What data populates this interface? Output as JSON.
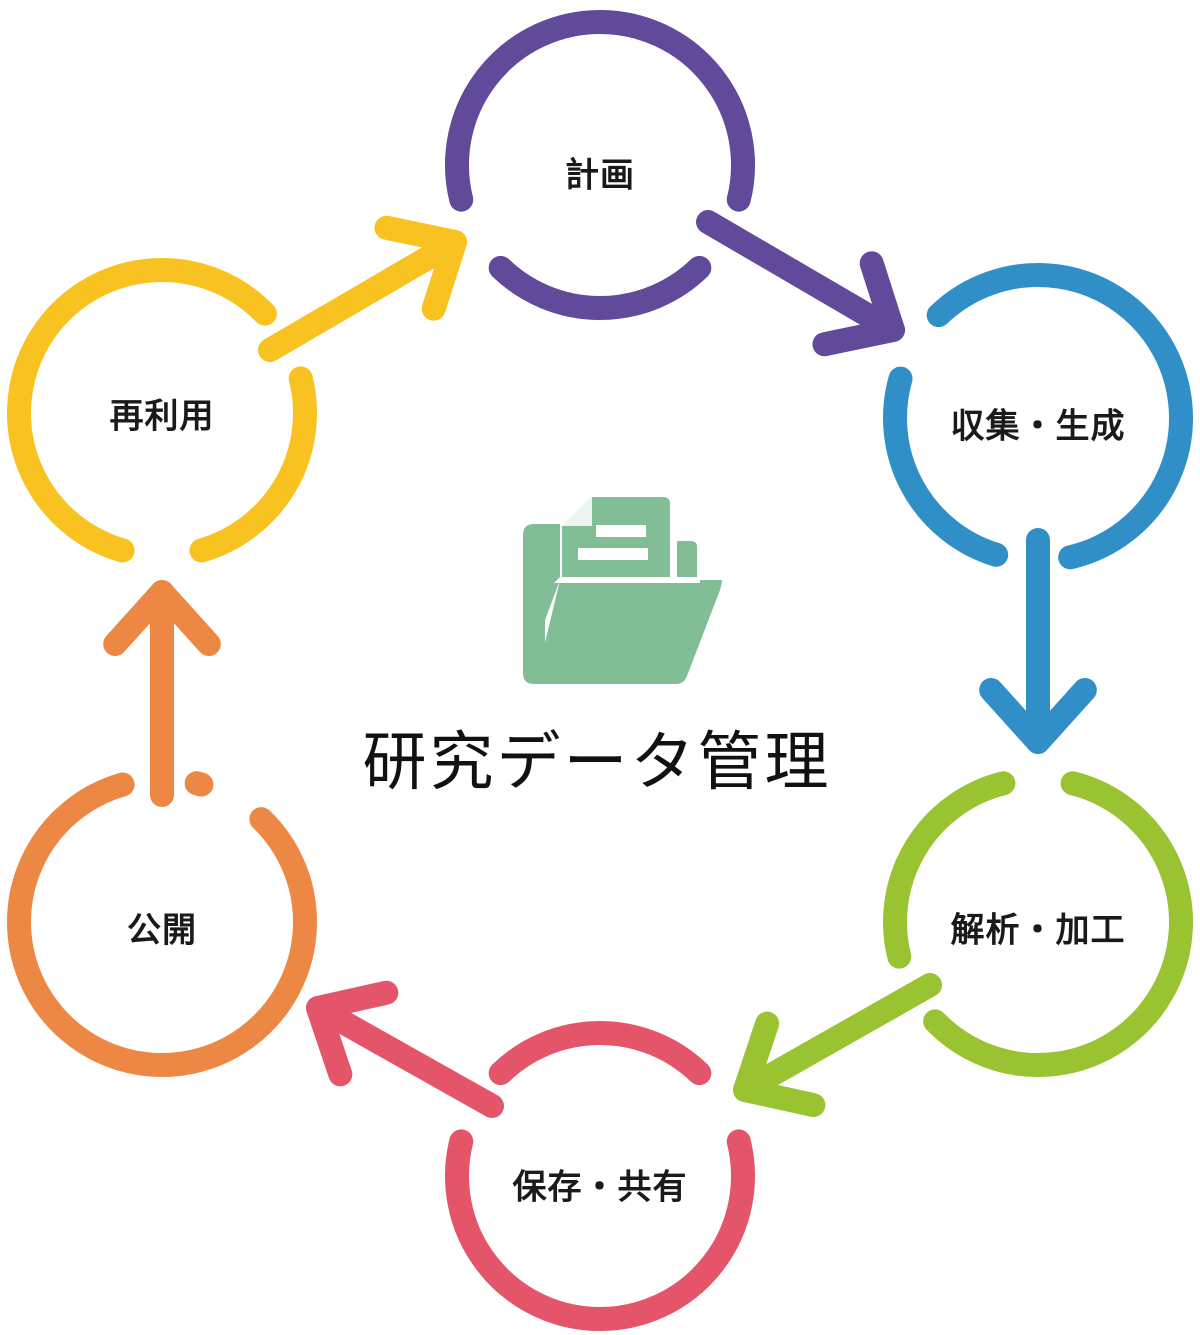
{
  "title": "研究データ管理",
  "stages": [
    {
      "id": "plan",
      "label": "計画",
      "color": "#624a9a"
    },
    {
      "id": "collect",
      "label": "収集・生成",
      "color": "#318fc8"
    },
    {
      "id": "analyze",
      "label": "解析・加工",
      "color": "#9ac332"
    },
    {
      "id": "store",
      "label": "保存・共有",
      "color": "#e5556a"
    },
    {
      "id": "publish",
      "label": "公開",
      "color": "#ed8844"
    },
    {
      "id": "reuse",
      "label": "再利用",
      "color": "#f8c221"
    }
  ],
  "center_icon": {
    "name": "folder-document-icon",
    "color": "#81be95"
  }
}
